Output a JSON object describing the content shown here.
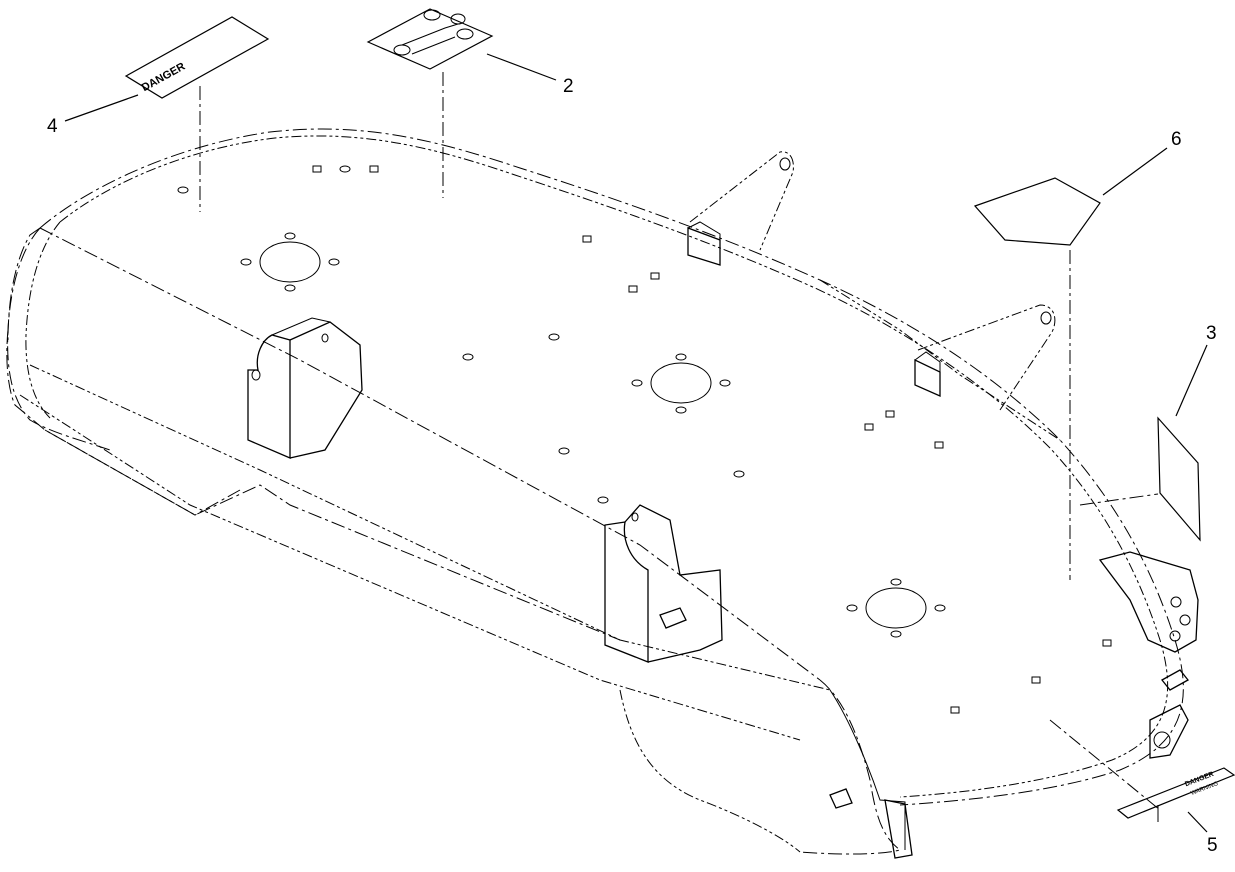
{
  "callouts": {
    "c2": "2",
    "c3": "3",
    "c4": "4",
    "c5": "5",
    "c6": "6"
  },
  "decals": {
    "danger_label": "DANGER",
    "warning_label": "DANGER",
    "warning_sub": "WARNING"
  }
}
